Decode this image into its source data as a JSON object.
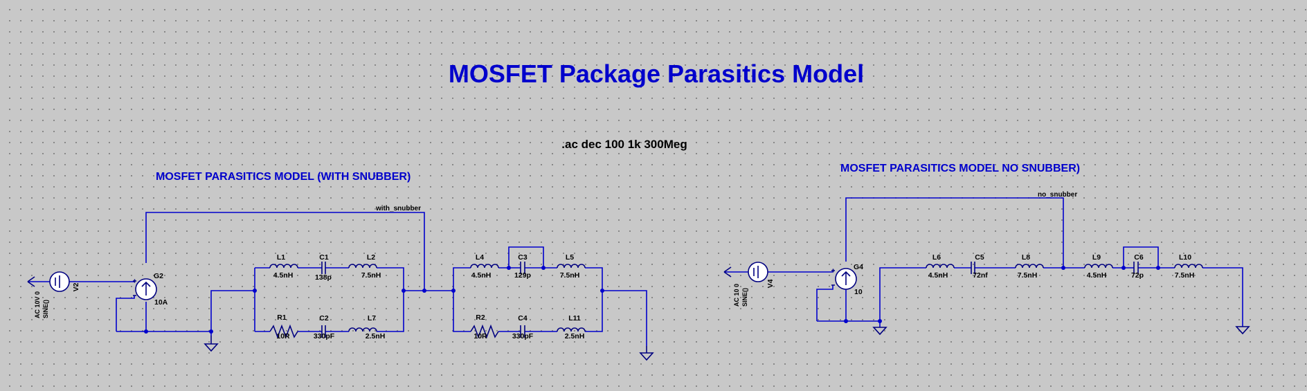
{
  "title": "MOSFET Package Parasitics Model",
  "directive": ".ac dec 100 1k 300Meg",
  "left_circuit": {
    "heading": "MOSFET PARASITICS MODEL (WITH SNUBBER)",
    "net_label": "with_snubber",
    "source": {
      "name": "V2",
      "value1": "AC 10V 0",
      "value2": "SINE()"
    },
    "controlled_source": {
      "name": "G2",
      "value": "10A"
    },
    "components": [
      {
        "name": "L1",
        "value": "4.5nH"
      },
      {
        "name": "C1",
        "value": "138p"
      },
      {
        "name": "L2",
        "value": "7.5nH"
      },
      {
        "name": "R1",
        "value": "10R"
      },
      {
        "name": "C2",
        "value": "330pF"
      },
      {
        "name": "L7",
        "value": "2.5nH"
      },
      {
        "name": "L4",
        "value": "4.5nH"
      },
      {
        "name": "C3",
        "value": "129p"
      },
      {
        "name": "L5",
        "value": "7.5nH"
      },
      {
        "name": "R2",
        "value": "10R"
      },
      {
        "name": "C4",
        "value": "330pF"
      },
      {
        "name": "L11",
        "value": "2.5nH"
      }
    ]
  },
  "right_circuit": {
    "heading": "MOSFET PARASITICS MODEL NO SNUBBER)",
    "net_label": "no_snubber",
    "source": {
      "name": "V4",
      "value1": "AC 10 0",
      "value2": "SINE()"
    },
    "controlled_source": {
      "name": "G4",
      "value": "10"
    },
    "components": [
      {
        "name": "L6",
        "value": "4.5nH"
      },
      {
        "name": "C5",
        "value": "72nf"
      },
      {
        "name": "L8",
        "value": "7.5nH"
      },
      {
        "name": "L9",
        "value": "4.5nH"
      },
      {
        "name": "C6",
        "value": "72p"
      },
      {
        "name": "L10",
        "value": "7.5nH"
      }
    ]
  },
  "colors": {
    "wire": "#0000cc",
    "symbol": "#000080",
    "background": "#c8c8c8"
  }
}
